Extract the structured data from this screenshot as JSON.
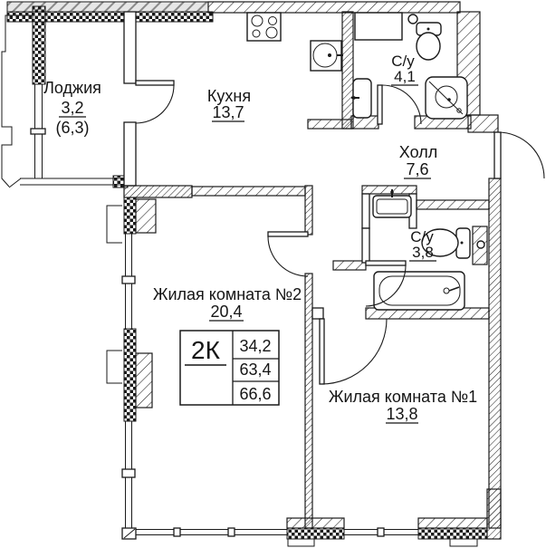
{
  "plan": {
    "title": "2K apartment floor plan",
    "apartment_type": "2К",
    "rooms": {
      "loggia": {
        "name": "Лоджия",
        "area": "3,2",
        "area_alt": "(6,3)"
      },
      "kitchen": {
        "name": "Кухня",
        "area": "13,7"
      },
      "bathroom_top": {
        "name": "С/у",
        "area": "4,1"
      },
      "hall": {
        "name": "Холл",
        "area": "7,6"
      },
      "bathroom_mid": {
        "name": "С/у",
        "area": "3,8"
      },
      "living_room_2": {
        "name": "Жилая комната №2",
        "area": "20,4"
      },
      "living_room_1": {
        "name": "Жилая комната №1",
        "area": "13,8"
      }
    },
    "summary": {
      "type_label": "2К",
      "living_area": "34,2",
      "floor_area": "63,4",
      "total_area": "66,6"
    },
    "fixtures": [
      "stove-icon",
      "kitchen-sink-icon",
      "washing-machine-icon",
      "toilet-icon",
      "shower-cabin-icon",
      "washbasin-icon",
      "bathtub-icon",
      "vent-icon"
    ],
    "colors": {
      "line": "#1a1a1a",
      "background": "#ffffff",
      "stripe_gray": "#8a8a8a"
    }
  }
}
